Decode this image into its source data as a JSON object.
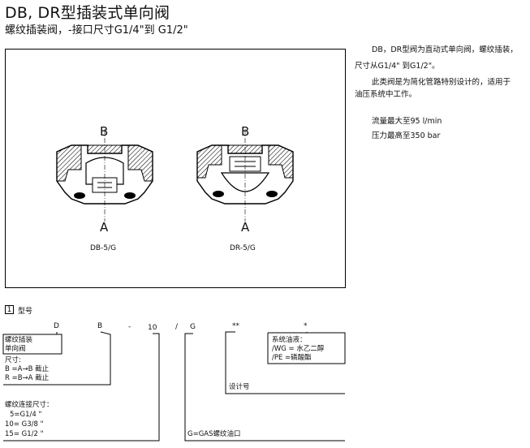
{
  "header": {
    "title": "DB, DR型插装式单向阀",
    "subtitle": "螺纹插装阀，-接口尺寸G1/4\"到 G1/2\""
  },
  "figure": {
    "left_valve": {
      "port_top": "B",
      "port_bottom": "A",
      "caption": "DB-5/G"
    },
    "right_valve": {
      "port_top": "B",
      "port_bottom": "A",
      "caption": "DR-5/G"
    }
  },
  "description": {
    "lines": [
      "DB，DR型阀为直动式单向阀，螺纹插装，",
      "尺寸从G1/4\" 到G1/2\"。",
      "此类阀是为简化管路特别设计的，适用于",
      "油压系统中工作。"
    ],
    "specs": [
      "流量最大至95  l/min",
      "压力最高至350  bar"
    ]
  },
  "ordering": {
    "section_number": "1",
    "section_title": "型号",
    "codes": {
      "c1": "D",
      "c2": "B",
      "c3": "-",
      "c4": "10",
      "c5": "/",
      "c6": "G",
      "c7": "**",
      "c8": "*"
    },
    "type_box": [
      "螺纹插装",
      "单向阀"
    ],
    "size_label": "尺寸:",
    "size_options": [
      "B =A→B 截止",
      "R =B→A 截止"
    ],
    "thread_label": "螺纹连接尺寸：",
    "thread_options": [
      "5=G1/4 \"",
      "10= G3/8 \"",
      "15= G1/2 \""
    ],
    "thread_type": "G=GAS螺纹油口",
    "design_label": "设计号",
    "seal_box": [
      "系统油液：",
      "/WG = 水乙二醇",
      "/PE =磷酸酯"
    ]
  }
}
